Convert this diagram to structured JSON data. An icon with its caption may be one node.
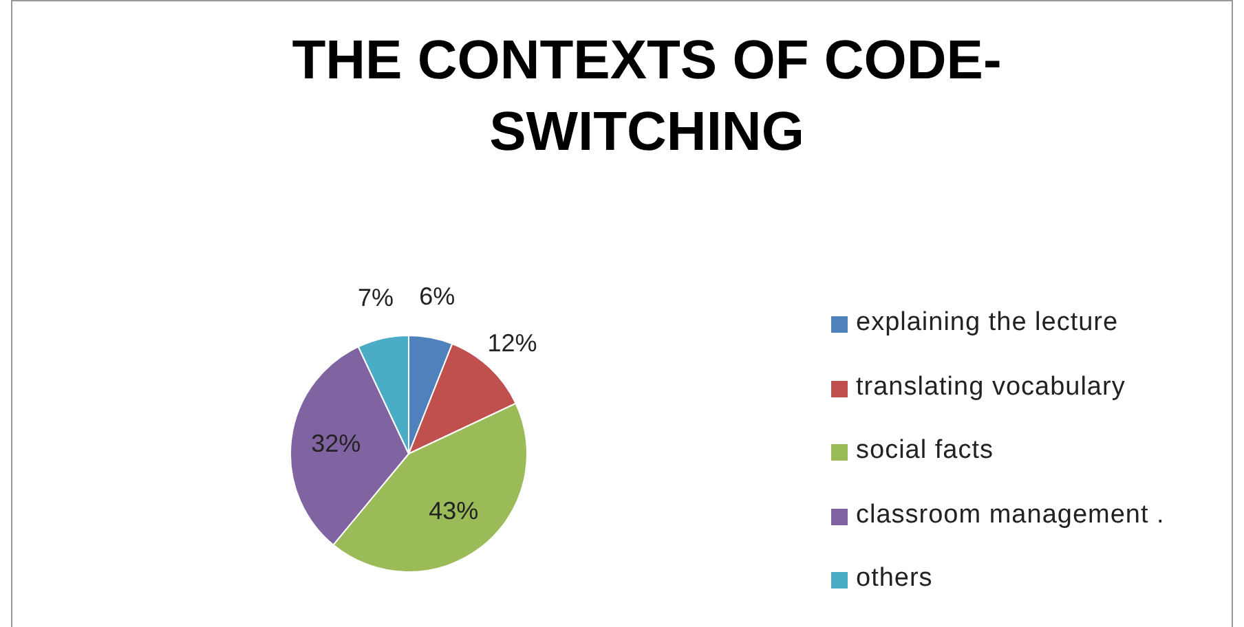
{
  "diagram": {
    "title": "THE CONTEXTS OF CODE-SWITCHING",
    "legend": [
      {
        "text": "explaining the lecture",
        "color": "#4f81bd"
      },
      {
        "text": "translating vocabulary",
        "color": "#c0504d"
      },
      {
        "text": "social facts",
        "color": "#9bbb59"
      },
      {
        "text": "classroom management .",
        "color": "#8064a2"
      },
      {
        "text": "others",
        "color": "#4bacc6"
      }
    ],
    "chart_data": {
      "type": "pie",
      "values": [
        6,
        12,
        43,
        32,
        7
      ],
      "value_labels": [
        "6%",
        "12%",
        "43%",
        "32%",
        "7%"
      ]
    }
  }
}
